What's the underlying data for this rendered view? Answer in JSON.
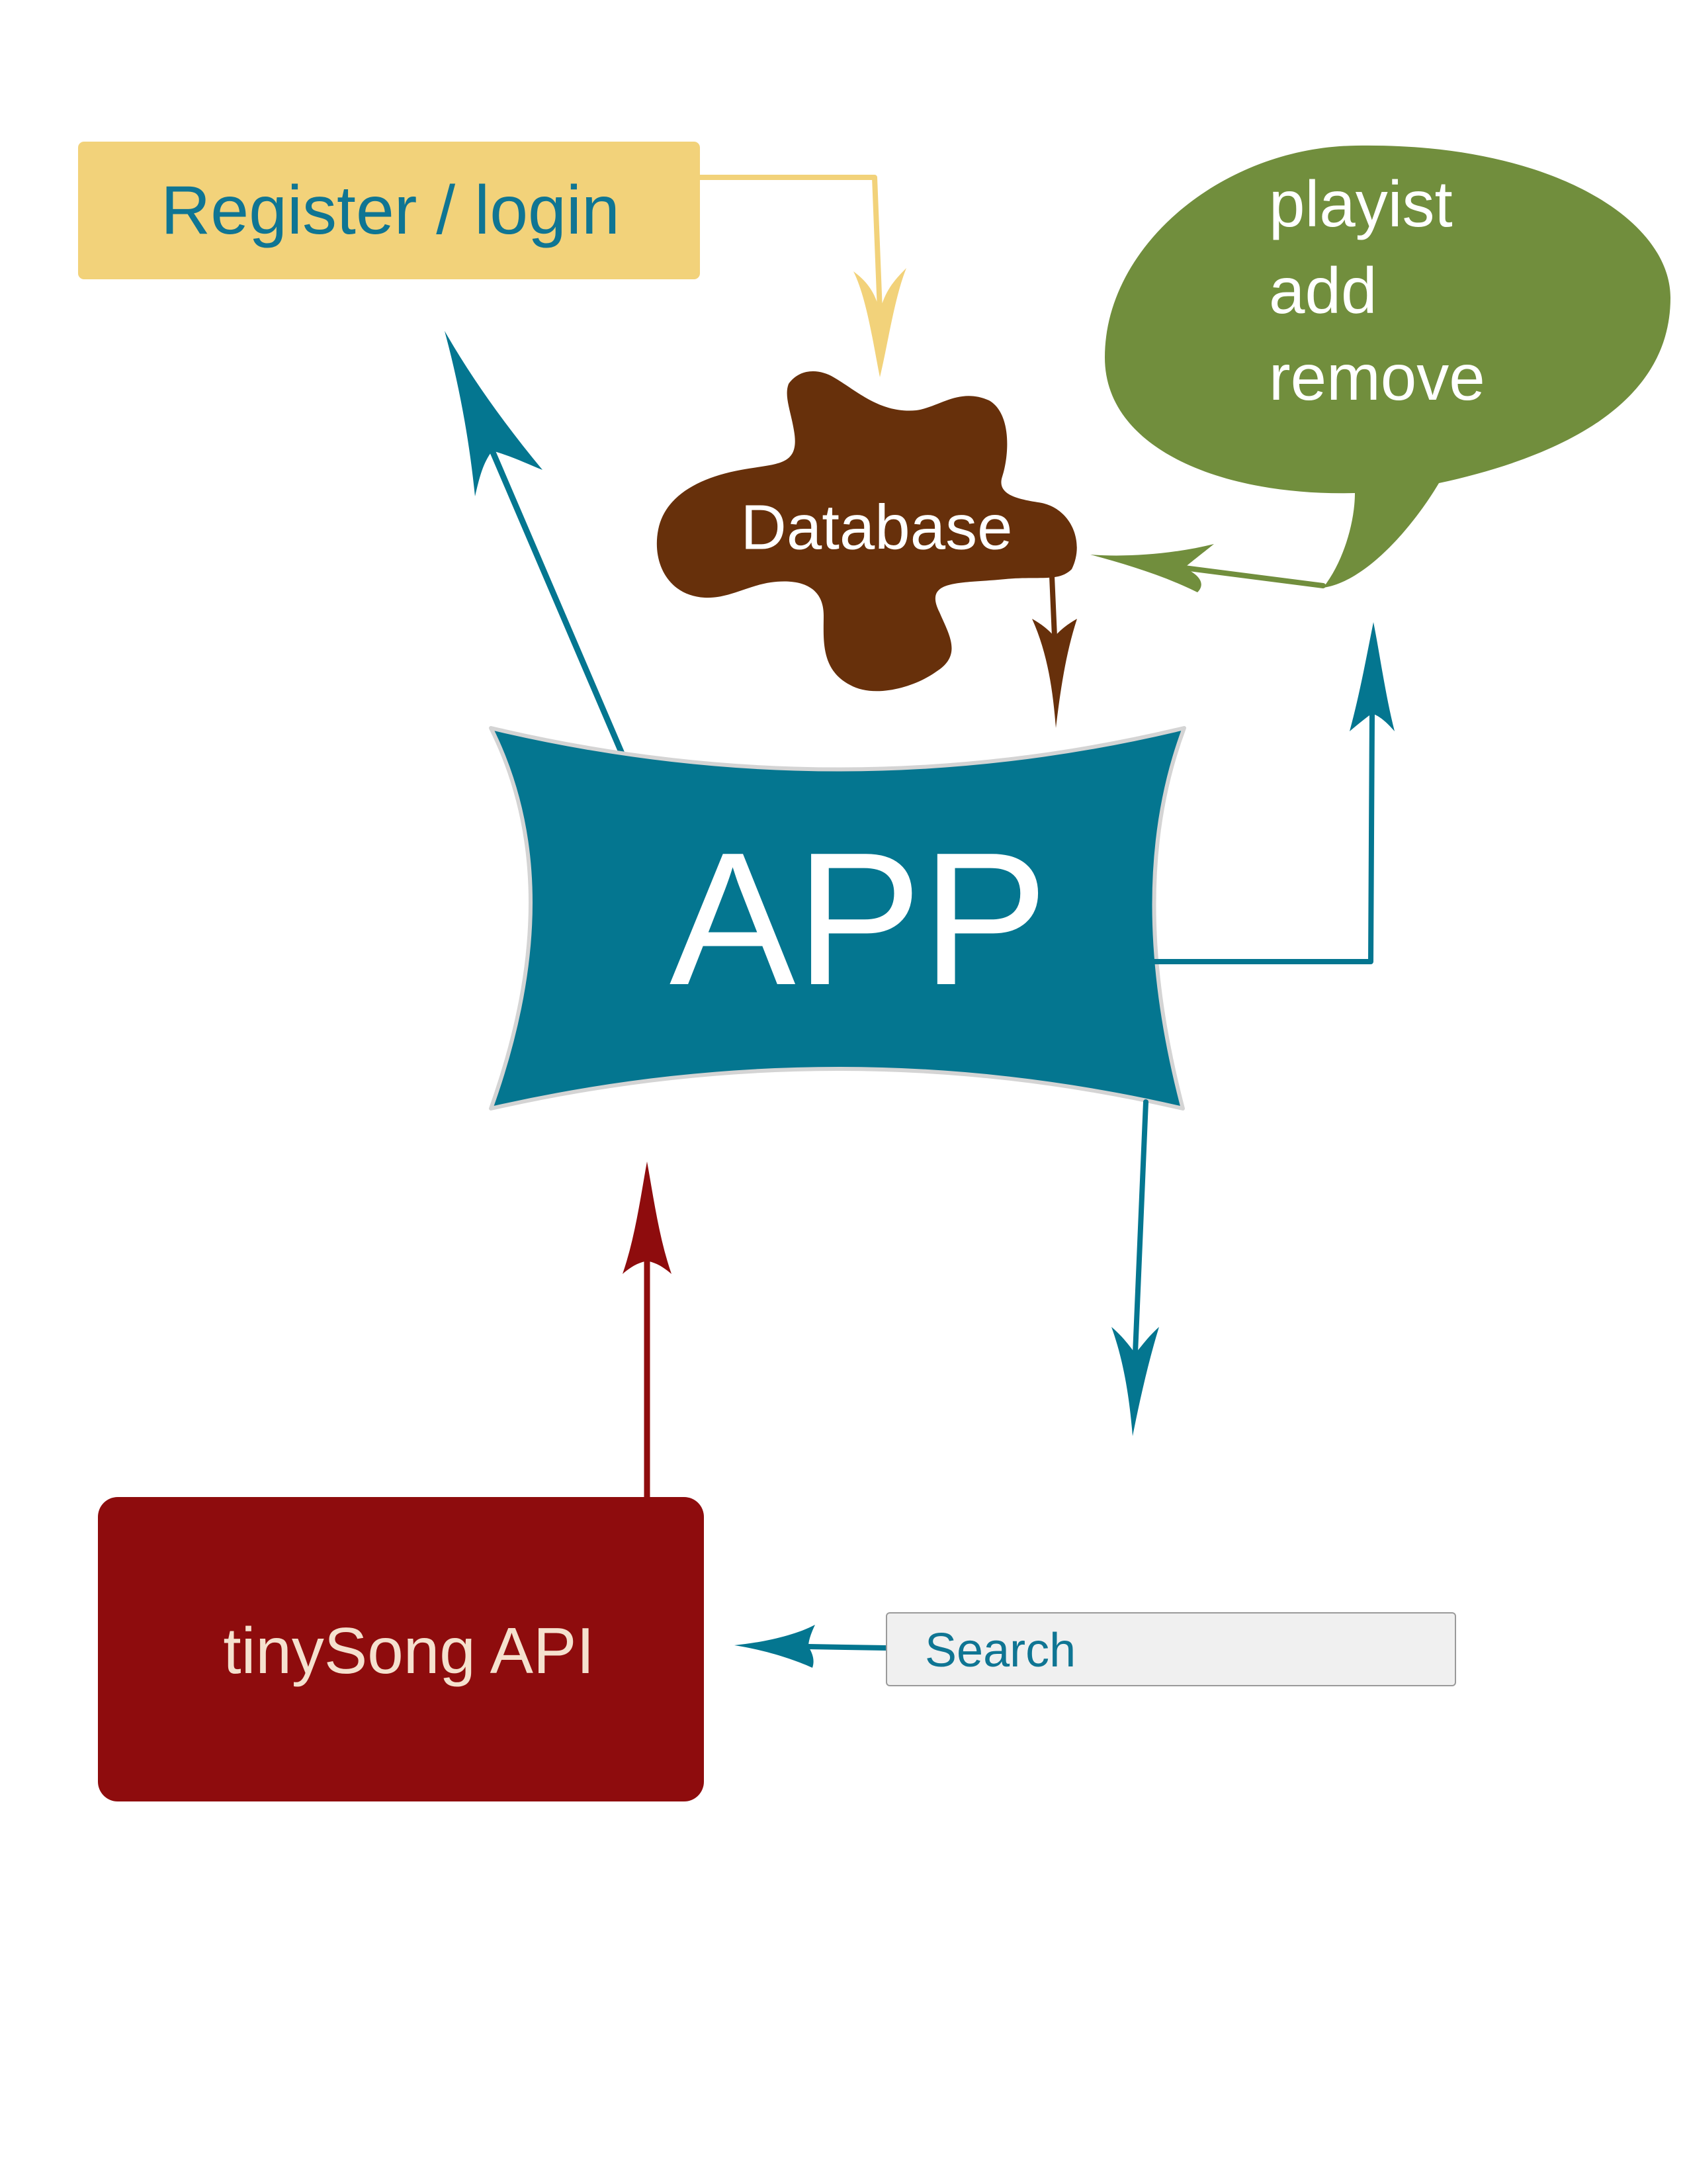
{
  "nodes": {
    "register_login": {
      "label": "Register / login"
    },
    "database": {
      "label": "Database"
    },
    "playlist_bubble": {
      "lines": [
        "playist",
        "add",
        "remove"
      ]
    },
    "app": {
      "label": "APP"
    },
    "tinysong_api": {
      "label": "tinySong API"
    },
    "search": {
      "placeholder": "Search"
    }
  },
  "colors": {
    "register_fill": "#F2D27A",
    "register_text": "#0F7593",
    "database_fill": "#67300B",
    "playlist_fill": "#718E3D",
    "app_fill": "#047690",
    "app_edge": "#D4D4D4",
    "api_fill": "#8E0C0D",
    "api_text": "#F5E1CE",
    "search_fill": "#F0F0F0",
    "search_text": "#0F7593",
    "white": "#FFFFFF"
  }
}
